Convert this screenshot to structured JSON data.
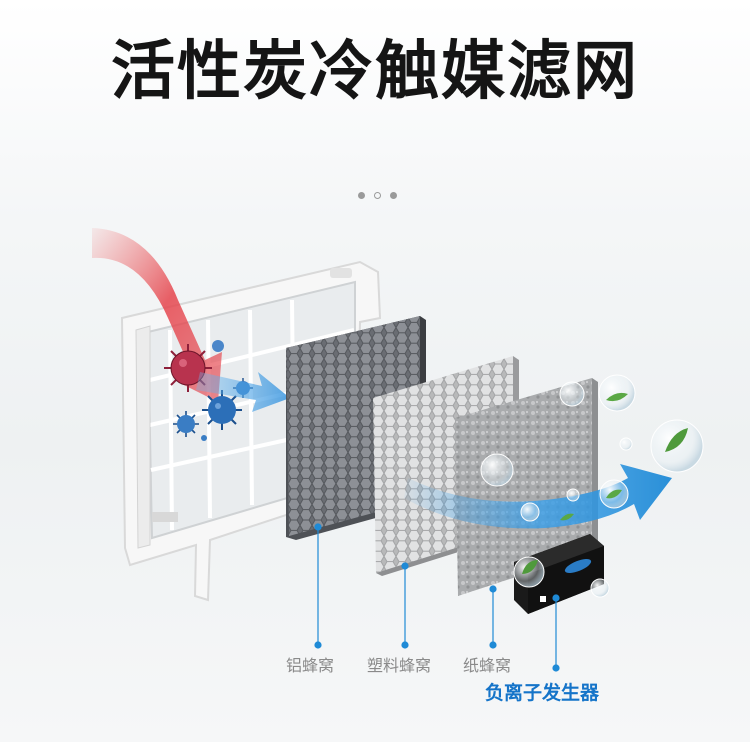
{
  "title": "活性炭冷触媒滤网",
  "labels": {
    "aluminum": "铝蜂窝",
    "plastic": "塑料蜂窝",
    "paper": "纸蜂窝",
    "ion": "负离子发生器"
  },
  "colors": {
    "leader_blue": "#1f8ad6",
    "airflow_blue": "#3b9fe8",
    "airflow_red": "#e5444c",
    "ion_label": "#1574c9"
  },
  "icons": [
    "virus-icon",
    "bubble-icon",
    "leaf-icon",
    "ion-generator-icon"
  ]
}
